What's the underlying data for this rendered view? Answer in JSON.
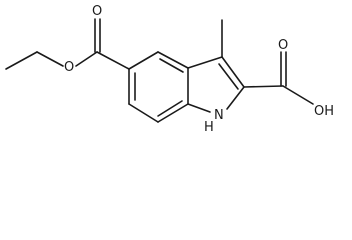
{
  "molecule": {
    "atom_labels": {
      "ester_ether_oxygen": "O",
      "ester_carbonyl_oxygen": "O",
      "acid_carbonyl_oxygen": "O",
      "acid_hydroxyl": "OH",
      "ring_nitrogen": "N",
      "ring_nh_hydrogen": "H"
    }
  },
  "colors": {
    "bond": "#1a1a1a",
    "background": "#ffffff"
  }
}
